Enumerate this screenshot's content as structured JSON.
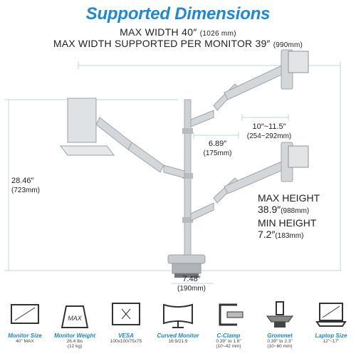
{
  "title": "Supported Dimensions",
  "max_width": {
    "label": "MAX WIDTH 40″",
    "metric": "(1026 mm)"
  },
  "max_width_per_monitor": {
    "label": "MAX WIDTH SUPPORTED PER MONITOR 39″",
    "metric": "(990mm)"
  },
  "dims": {
    "arm_reach": {
      "imperial": "10″~11.5″",
      "metric": "(254~292mm)"
    },
    "arm_offset": {
      "imperial": "6.89″",
      "metric": "(175mm)"
    },
    "height": {
      "imperial": "28.46″",
      "metric": "(723mm)"
    },
    "max_height": {
      "label": "MAX HEIGHT",
      "imperial": "38.9″",
      "metric": "(988mm)"
    },
    "min_height": {
      "label": "MIN HEIGHT",
      "imperial": "7.2″",
      "metric": "(183mm)"
    },
    "base": {
      "imperial": "7.48″",
      "metric": "(190mm)"
    }
  },
  "specs": [
    {
      "label": "Monitor Size",
      "value": "40″ MAX",
      "value2": "",
      "icon": "monitor-size-icon",
      "text": ""
    },
    {
      "label": "Monitor Weight",
      "value": "26.4 lbs",
      "value2": "(12 kg)",
      "icon": "weight-icon",
      "text": "MAX"
    },
    {
      "label": "VESA",
      "value": "100x100/75x75",
      "value2": "",
      "icon": "vesa-icon",
      "text": ""
    },
    {
      "label": "Curved Monitor",
      "value": "16:9/21:9",
      "value2": "",
      "icon": "curved-monitor-icon",
      "text": ""
    },
    {
      "label": "C-Clamp",
      "value": "0.39″ to 1.6″",
      "value2": "(10~42 mm)",
      "icon": "c-clamp-icon",
      "text": ""
    },
    {
      "label": "Grommet",
      "value": "0.39″ to 2.3″",
      "value2": "(10~60 mm)",
      "icon": "grommet-icon",
      "text": ""
    },
    {
      "label": "Laptop Size",
      "value": "12″~17″",
      "value2": "",
      "icon": "laptop-icon",
      "text": ""
    }
  ],
  "colors": {
    "accent": "#1e88d6",
    "frame": "#b9d7ee",
    "metal": "#c9cccf"
  }
}
